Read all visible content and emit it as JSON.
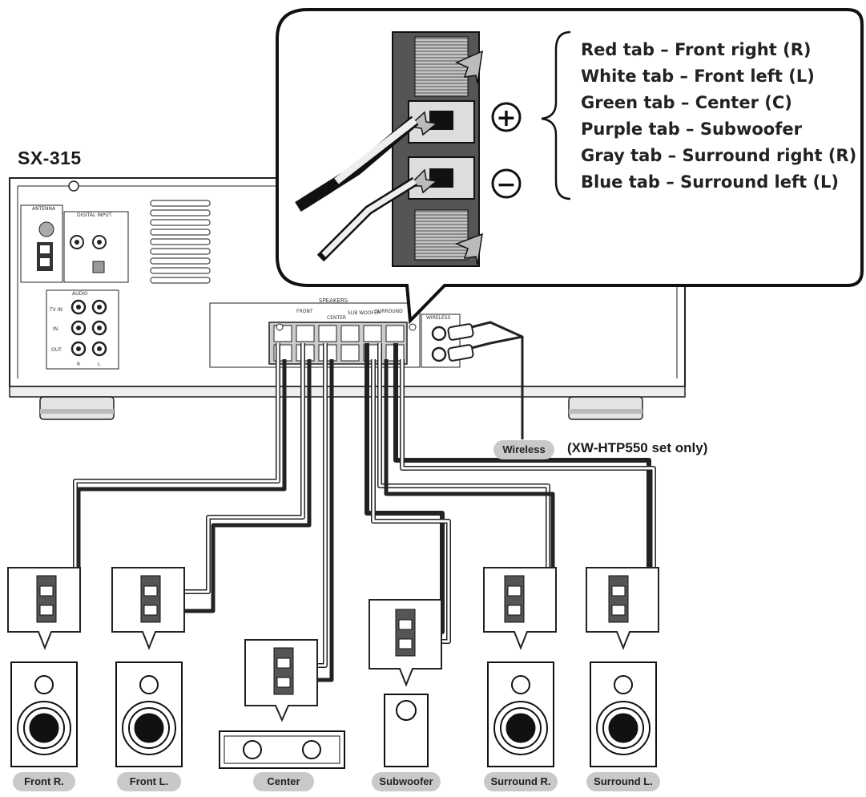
{
  "model": "SX-315",
  "legend": [
    "Red tab – Front right (R)",
    "White tab – Front left (L)",
    "Green tab – Center (C)",
    "Purple tab – Subwoofer",
    "Gray tab – Surround right (R)",
    "Blue tab – Surround left (L)"
  ],
  "terminal_signs": {
    "plus": "+",
    "minus": "−"
  },
  "panel": {
    "antenna": "ANTENNA",
    "digital_input": "DIGITAL INPUT",
    "audio": "AUDIO",
    "tv_in": "TV IN",
    "in": "IN",
    "out": "OUT",
    "r": "R",
    "l": "L",
    "speakers": "SPEAKERS",
    "front": "FRONT",
    "center": "CENTER",
    "subwoofer": "SUB WOOFER",
    "surround": "SURROUND",
    "wireless": "WIRELESS"
  },
  "wireless": {
    "label": "Wireless",
    "note": "(XW-HTP550 set only)"
  },
  "speakers": [
    "Front R.",
    "Front L.",
    "Center",
    "Subwoofer",
    "Surround R.",
    "Surround L."
  ]
}
